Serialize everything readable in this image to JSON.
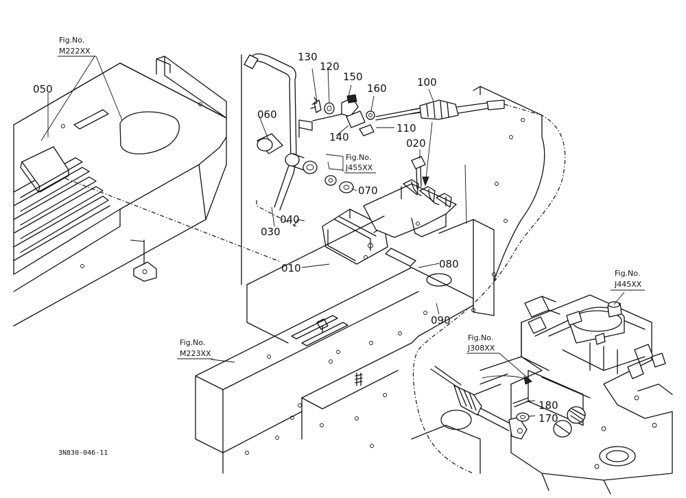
{
  "parts": {
    "p010": "010",
    "p020": "020",
    "p030": "030",
    "p040": "040",
    "p050": "050",
    "p060": "060",
    "p070": "070",
    "p080": "080",
    "p090": "090",
    "p100": "100",
    "p110": "110",
    "p120": "120",
    "p130": "130",
    "p140": "140",
    "p150": "150",
    "p160": "160",
    "p170": "170",
    "p180": "180"
  },
  "refs": {
    "m222": {
      "label": "Fig.No.",
      "code": "M222XX"
    },
    "m223": {
      "label": "Fig.No.",
      "code": "M223XX"
    },
    "j455": {
      "label": "Fig.No.",
      "code": "J455XX"
    },
    "j445": {
      "label": "Fig.No.",
      "code": "J445XX"
    },
    "j308": {
      "label": "Fig.No.",
      "code": "J308XX"
    }
  },
  "drawing_code": "3N830-046-11"
}
